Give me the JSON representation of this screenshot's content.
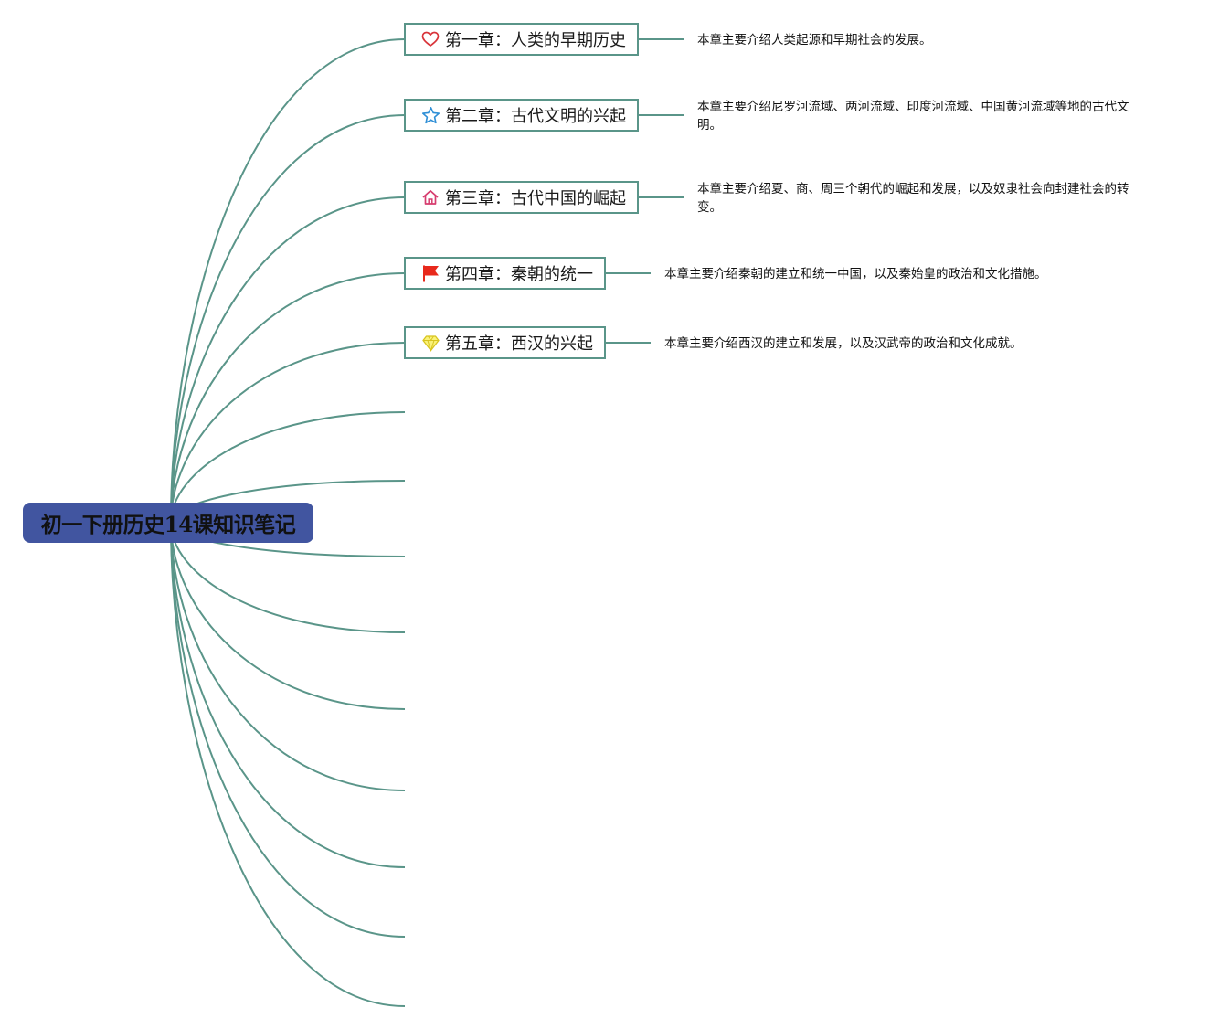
{
  "root": {
    "label": "初一下册历史14课知识笔记"
  },
  "chapters": [
    {
      "icon": "heart-icon",
      "icon_color": "#d9343a",
      "label": "第一章：人类的早期历史",
      "description": "本章主要介绍人类起源和早期社会的发展。"
    },
    {
      "icon": "star-icon",
      "icon_color": "#2f8fd6",
      "label": "第二章：古代文明的兴起",
      "description": "本章主要介绍尼罗河流域、两河流域、印度河流域、中国黄河流域等地的古代文明。"
    },
    {
      "icon": "house-icon",
      "icon_color": "#d63c6e",
      "label": "第三章：古代中国的崛起",
      "description": "本章主要介绍夏、商、周三个朝代的崛起和发展，以及奴隶社会向封建社会的转变。"
    },
    {
      "icon": "flag-icon",
      "icon_color": "#e8291c",
      "label": "第四章：秦朝的统一",
      "description": "本章主要介绍秦朝的建立和统一中国，以及秦始皇的政治和文化措施。"
    },
    {
      "icon": "diamond-icon",
      "icon_color": "#f0e32a",
      "label": "第五章：西汉的兴起",
      "description": "本章主要介绍西汉的建立和发展，以及汉武帝的政治和文化成就。"
    }
  ],
  "empty_branch_count": 9,
  "colors": {
    "branch_line": "#5a9589",
    "root_fill": "#4155a0",
    "node_border": "#5a9589"
  }
}
